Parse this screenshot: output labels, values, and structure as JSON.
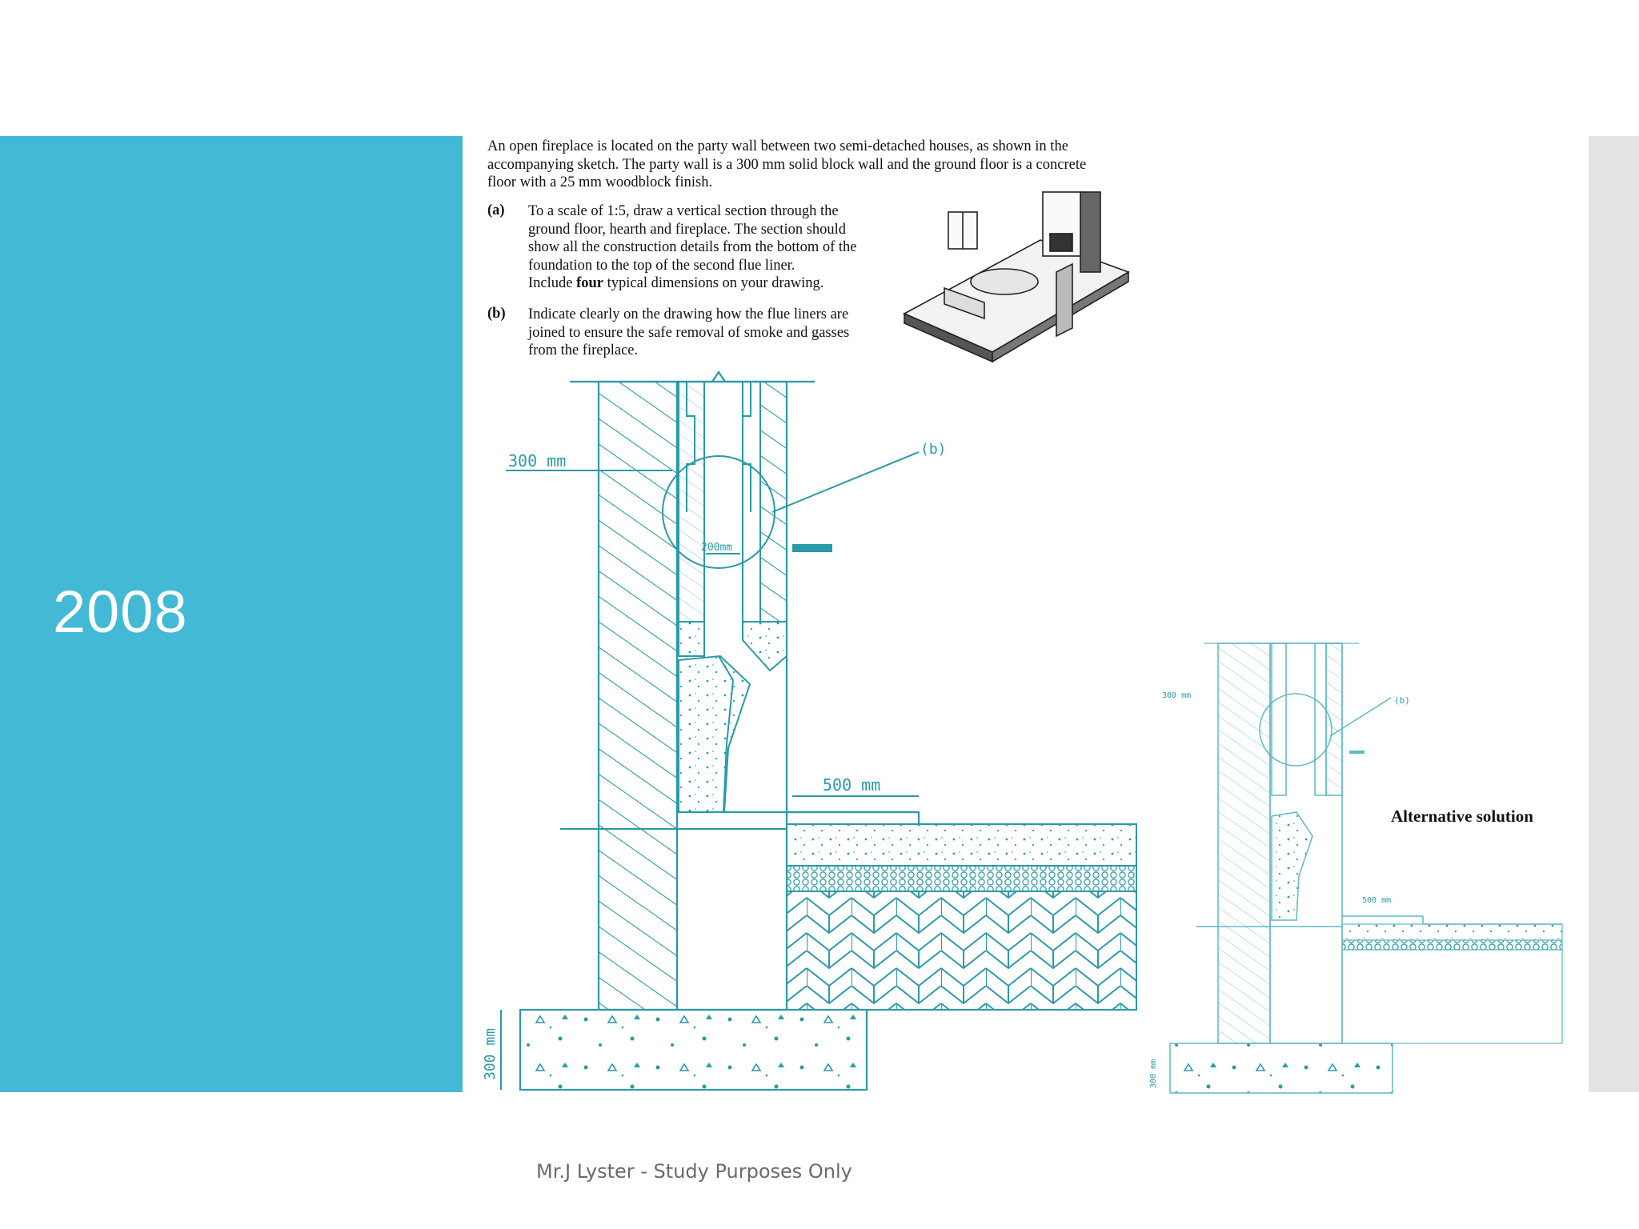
{
  "slide": {
    "year": "2008",
    "footer": "Mr.J Lyster - Study Purposes Only"
  },
  "question": {
    "intro_line1": "An open fireplace is located on the party wall between two semi-detached houses, as shown in the",
    "intro_line2": "accompanying sketch.  The party wall is a 300 mm solid block wall and the ground floor is a concrete",
    "intro_line3": "floor with a 25 mm woodblock finish.",
    "part_a_label": "(a)",
    "part_a_line1": "To a scale of 1:5, draw a vertical section through the",
    "part_a_line2": "ground floor, hearth and fireplace.  The section should",
    "part_a_line3": "show all the construction details from the bottom of the",
    "part_a_line4": "foundation to the top of the second flue liner.",
    "part_a_line5_pre": "Include ",
    "part_a_line5_bold": "four",
    "part_a_line5_post": " typical dimensions on your drawing.",
    "part_b_label": "(b)",
    "part_b_line1": "Indicate clearly on the drawing how the flue liners are",
    "part_b_line2": "joined to ensure the safe removal of smoke and gasses",
    "part_b_line3": "from the fireplace."
  },
  "drawing": {
    "dim_wall": "300 mm",
    "dim_flue": "200mm",
    "dim_hearth": "500 mm",
    "dim_foundation": "300 mm",
    "callout": "(b)",
    "alt_dim_wall": "300 mm",
    "alt_dim_hearth": "500 mm",
    "alt_dim_found": "300 mm",
    "alt_callout": "(b)",
    "alternative_label": "Alternative solution"
  },
  "colors": {
    "panel": "#43b9d5",
    "drawing_line": "#2a9aa8",
    "strip": "#e3e3e3"
  }
}
